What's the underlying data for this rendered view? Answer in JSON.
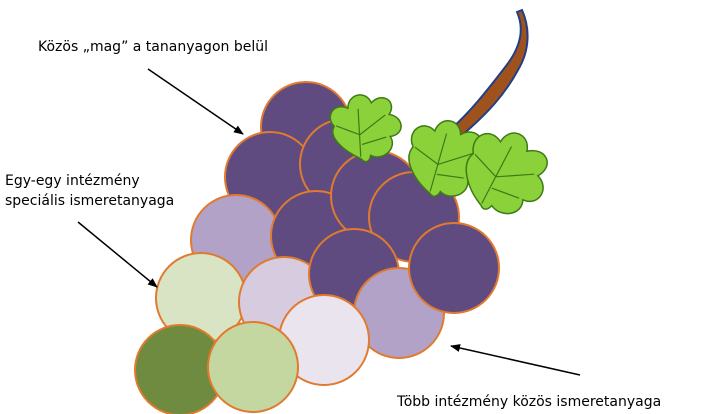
{
  "labels": {
    "core": "Közös „mag” a tananyagon belül",
    "special": [
      "Egy-egy intézmény",
      "speciális ismeretanyaga"
    ],
    "shared": "Több intézmény közös ismeretanyaga"
  },
  "colors": {
    "dark_purple": "#5f4b80",
    "light_purple": "#b2a2c8",
    "pale_purple": "#d7ccdf",
    "lavender_white": "#eae4ef",
    "pale_green": "#d8e4c4",
    "light_green": "#c5d7a0",
    "olive_green": "#6f8b3f",
    "grape_outline": "#e07a2e",
    "stem": "#a0521c",
    "stem_outline": "#1f3f88",
    "leaf": "#8ad13a",
    "leaf_dark": "#3f7a15"
  }
}
